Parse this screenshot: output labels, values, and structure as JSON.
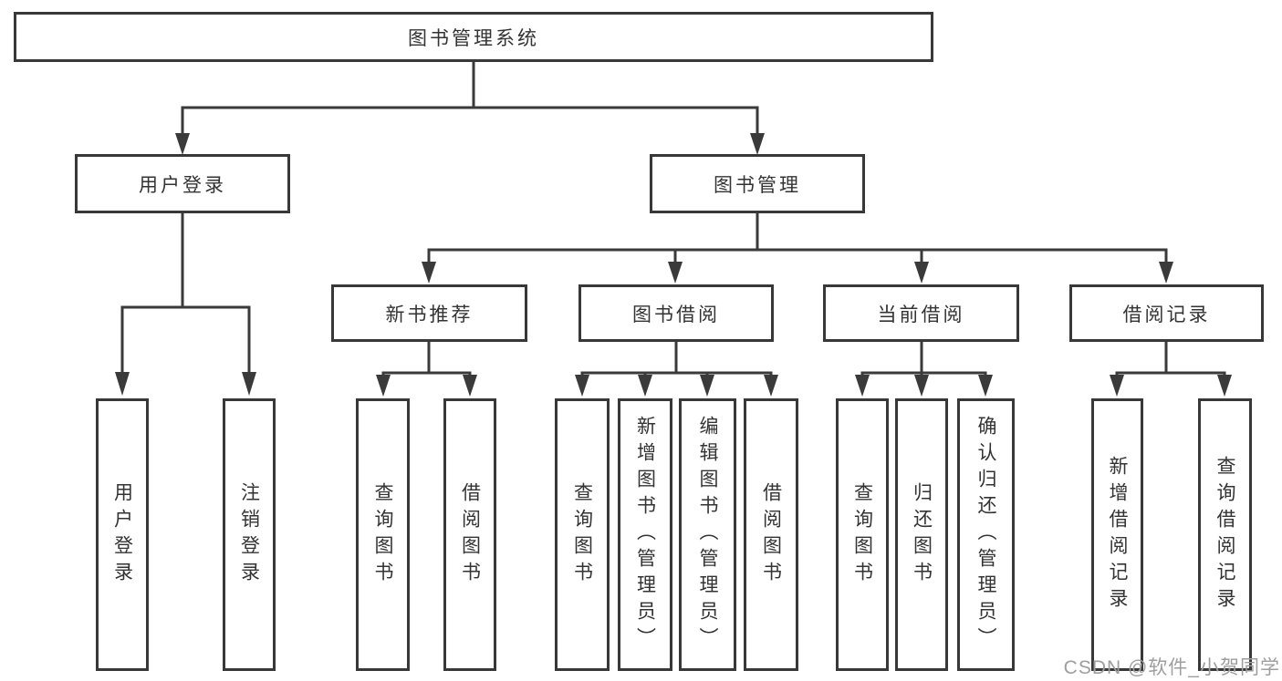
{
  "tree": {
    "root": {
      "label": "图书管理系统"
    },
    "branches": [
      {
        "label": "用户登录",
        "children": [
          {
            "label": "用户登录"
          },
          {
            "label": "注销登录"
          }
        ]
      },
      {
        "label": "图书管理",
        "groups": [
          {
            "label": "新书推荐",
            "children": [
              {
                "label": "查询图书"
              },
              {
                "label": "借阅图书"
              }
            ]
          },
          {
            "label": "图书借阅",
            "children": [
              {
                "label": "查询图书"
              },
              {
                "label": "新增图书（管理员）"
              },
              {
                "label": "编辑图书（管理员）"
              },
              {
                "label": "借阅图书"
              }
            ]
          },
          {
            "label": "当前借阅",
            "children": [
              {
                "label": "查询图书"
              },
              {
                "label": "归还图书"
              },
              {
                "label": "确认归还（管理员）"
              }
            ]
          },
          {
            "label": "借阅记录",
            "children": [
              {
                "label": "新增借阅记录"
              },
              {
                "label": "查询借阅记录"
              }
            ]
          }
        ]
      }
    ]
  },
  "watermark": "CSDN @软件_小贺同学",
  "colors": {
    "line": "#3a3a3a",
    "box_border": "#383838",
    "text": "#333333",
    "watermark": "#9e9e9e",
    "background": "#ffffff"
  }
}
